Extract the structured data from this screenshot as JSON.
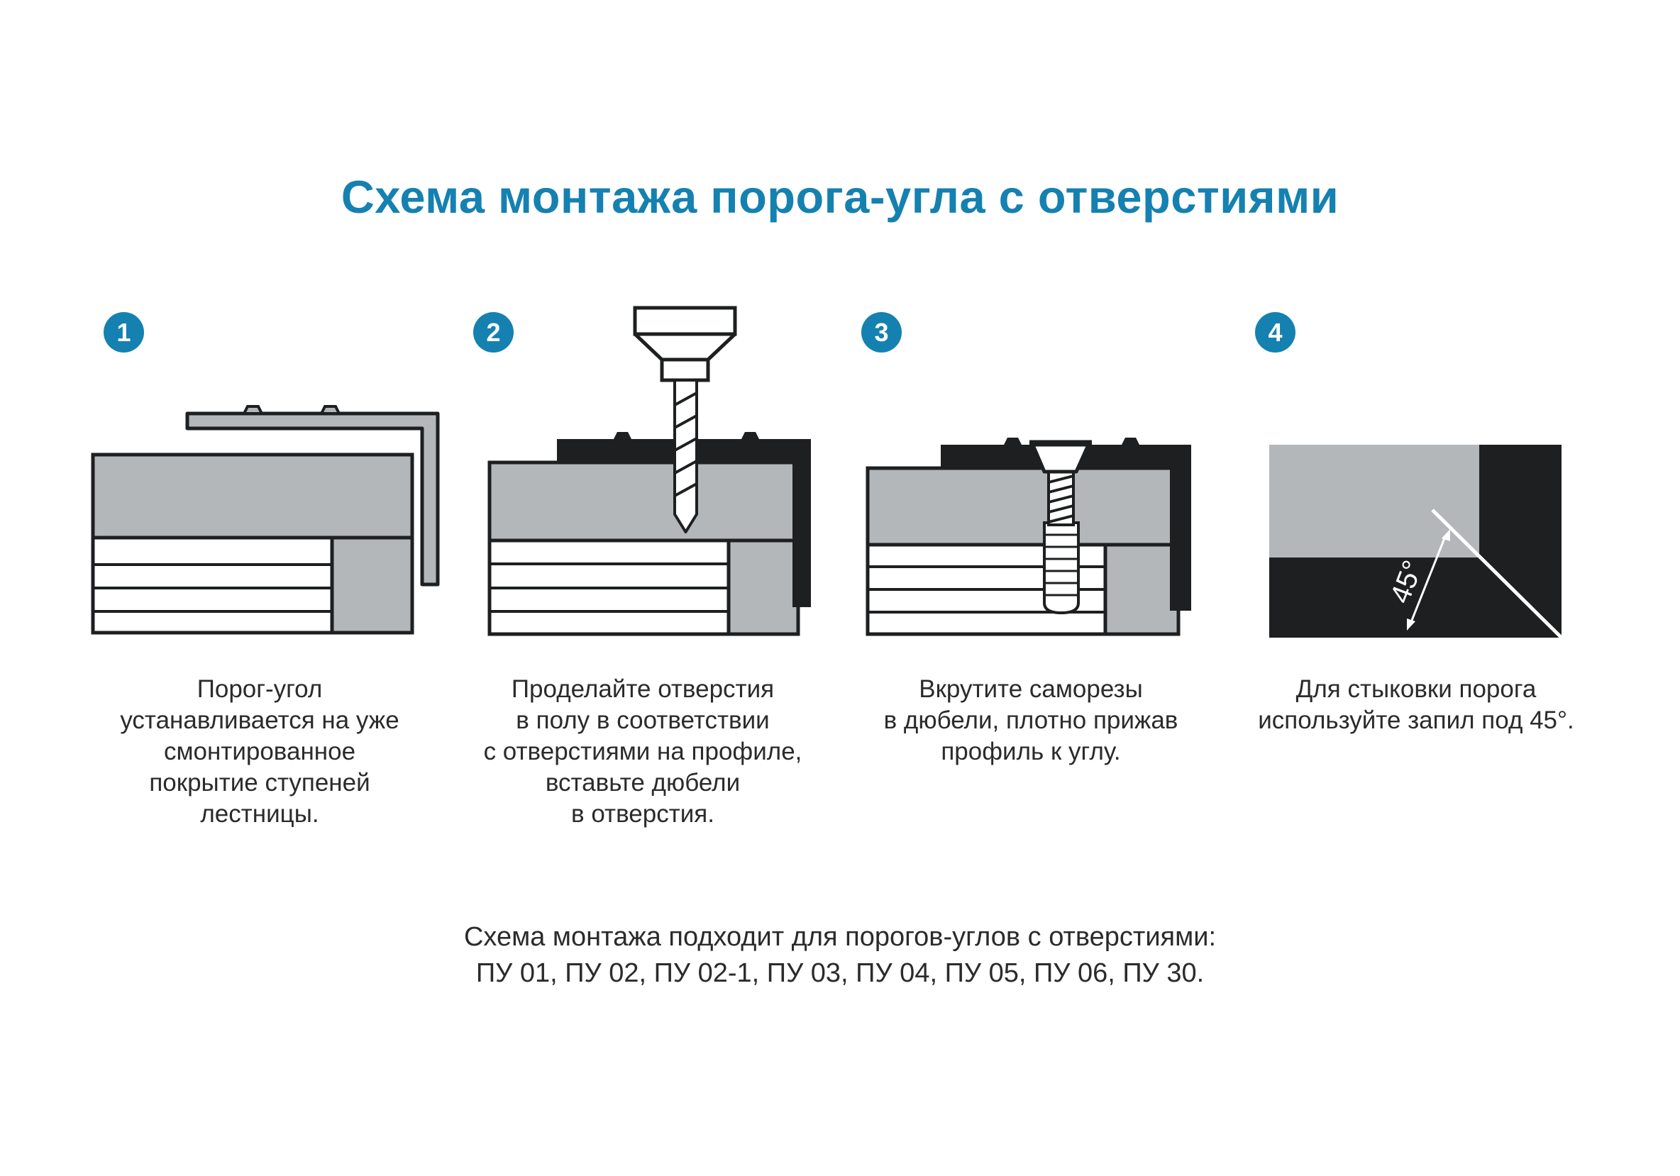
{
  "title": "Схема монтажа порога-угла с отверстиями",
  "colors": {
    "accent": "#1581b0",
    "profile_gray": "#b4b7b9",
    "outline_dark": "#1d1f20",
    "text": "#2b2b2b"
  },
  "steps": [
    {
      "number": "1",
      "caption": "Порог-угол\nустанавливается на уже\nсмонтированное\nпокрытие ступеней\nлестницы."
    },
    {
      "number": "2",
      "caption": "Проделайте отверстия\nв полу в соответствии\nс отверстиями на профиле,\nвставьте дюбели\nв отверстия."
    },
    {
      "number": "3",
      "caption": "Вкрутите саморезы\nв дюбели, плотно прижав\nпрофиль к углу."
    },
    {
      "number": "4",
      "caption": "Для стыковки порога\nиспользуйте запил под 45°.",
      "angle_label": "45°"
    }
  ],
  "footer": {
    "line1": "Схема монтажа подходит для порогов-углов с отверстиями:",
    "line2": "ПУ 01, ПУ 02, ПУ 02-1, ПУ 03, ПУ 04, ПУ 05, ПУ 06, ПУ 30."
  }
}
